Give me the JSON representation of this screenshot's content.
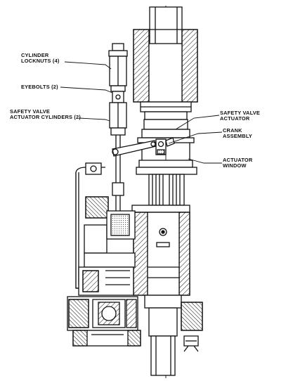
{
  "labels": {
    "lockout_l1": "CYLINDER",
    "lockout_l2": "LOCKNUTS (4)",
    "eyebolts": "EYEBOLTS (2)",
    "safety_cyl_l1": "SAFETY VALVE",
    "safety_cyl_l2": "ACTUATOR CYLINDERS (2)",
    "sv_actuator_l1": "SAFETY VALVE",
    "sv_actuator_l2": "ACTUATOR",
    "crank_l1": "CRANK",
    "crank_l2": "ASSEMBLY",
    "window_l1": "ACTUATOR",
    "window_l2": "WINDOW"
  },
  "colors": {
    "line": "#111111",
    "paper": "#ffffff",
    "shade": "#777777"
  }
}
